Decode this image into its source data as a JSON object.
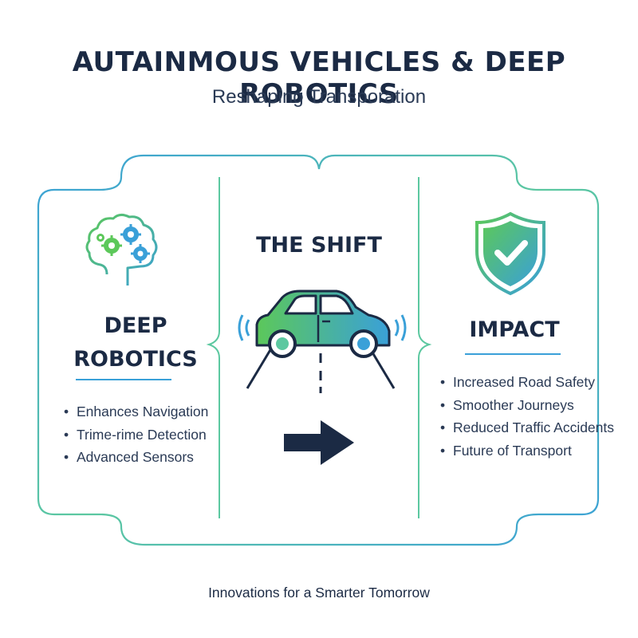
{
  "header": {
    "title": "AUTAINMOUS VEHICLES & DEEP ROBOTICS",
    "subtitle": "Reshaping Transporation"
  },
  "left_panel": {
    "icon": "brain-gears-icon",
    "heading_line1": "DEEP",
    "heading_line2": "ROBOTICS",
    "bullets": [
      "Enhances Navigation",
      "Trime-rime Detection",
      "Advanced Sensors"
    ]
  },
  "middle_panel": {
    "heading": "THE SHIFT",
    "icon": "autonomous-car-icon",
    "arrow": "right-arrow-icon"
  },
  "right_panel": {
    "icon": "shield-check-icon",
    "heading": "IMPACT",
    "bullets": [
      "Increased Road Safety",
      "Smoother Journeys",
      "Reduced Traffic Accidents",
      "Future of Transport"
    ]
  },
  "footer": {
    "text": "Innovations for a Smarter Tomorrow"
  },
  "colors": {
    "navy": "#1b2a44",
    "blue": "#3aa0d8",
    "green": "#5cc85a"
  }
}
